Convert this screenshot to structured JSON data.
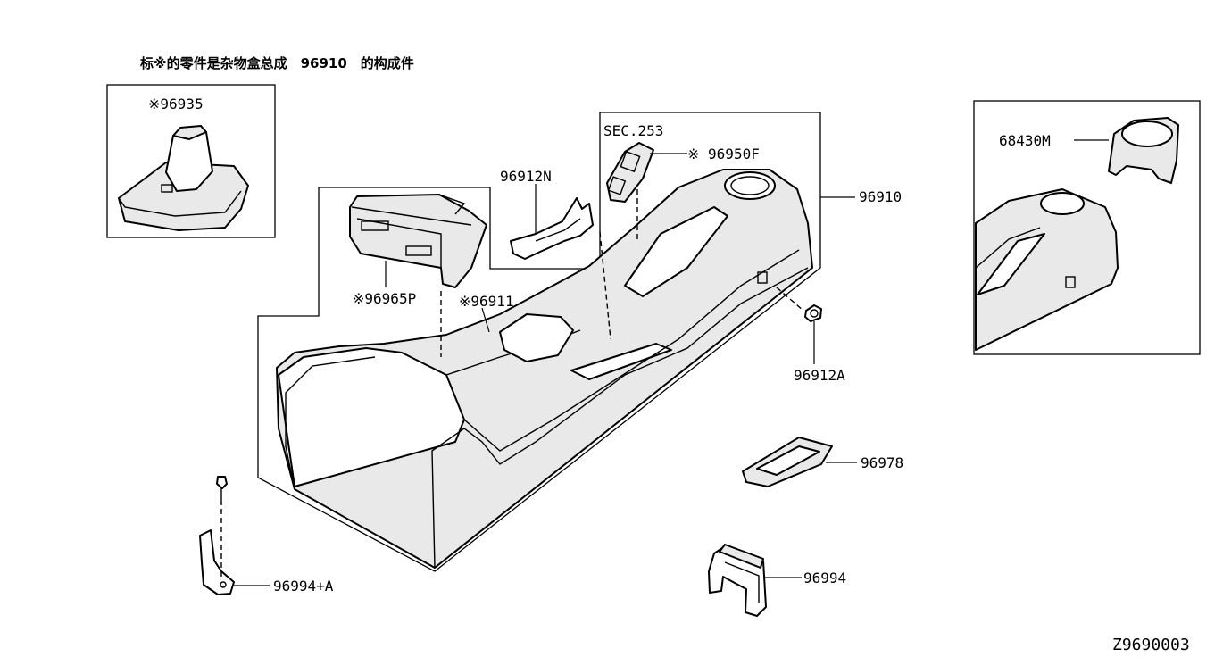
{
  "note": "标※的零件是杂物盒总成　96910　的构成件",
  "labels": {
    "p96935": "※96935",
    "sec253": "SEC.253",
    "p96950F": "※ 96950F",
    "p96912N": "96912N",
    "p96910": "96910",
    "p68430M": "68430M",
    "p96965P": "※96965P",
    "p96911": "※96911",
    "p96912A": "96912A",
    "p96978": "96978",
    "p96994A": "96994+A",
    "p96994": "96994"
  },
  "diagram_id": "Z9690003"
}
